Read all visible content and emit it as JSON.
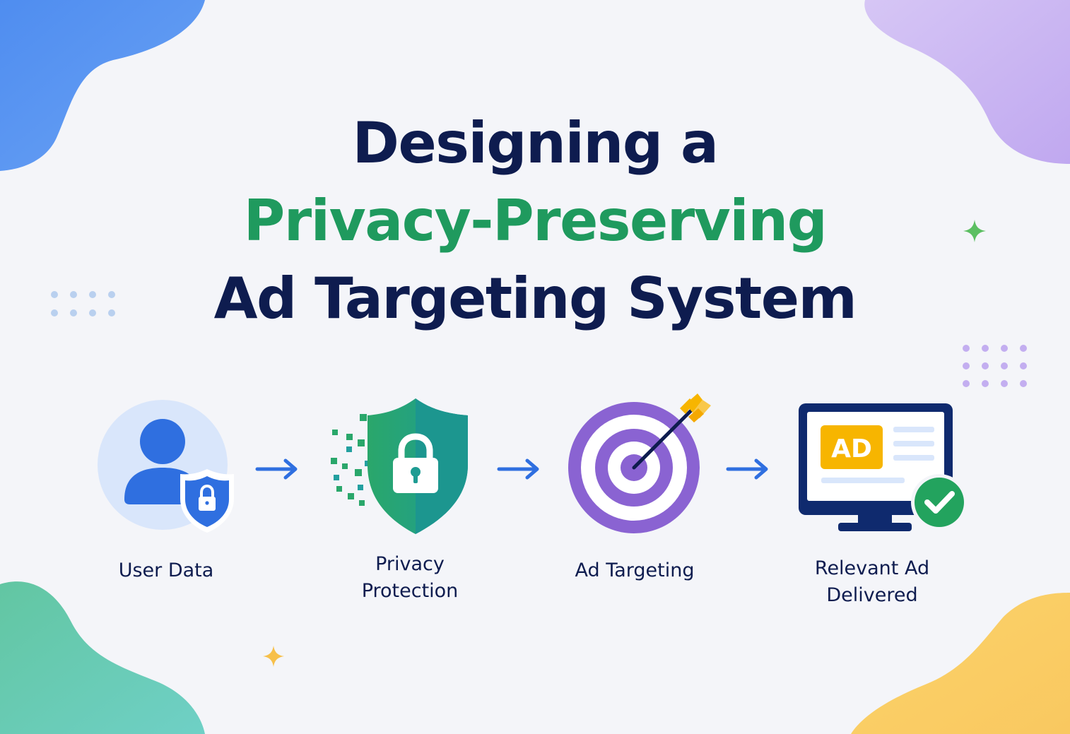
{
  "title": {
    "line1": "Designing a",
    "line2": "Privacy-Preserving",
    "line3": "Ad Targeting System"
  },
  "colors": {
    "background": "#f4f5f9",
    "title_dark": "#0e1c4f",
    "title_green": "#1f9a5e",
    "accent_blue": "#2f6fe0",
    "accent_purple": "#8a63d2",
    "accent_yellow": "#f7b500",
    "accent_green": "#23a35e"
  },
  "flow": {
    "steps": [
      {
        "label": "User Data",
        "icon": "user-lock-icon"
      },
      {
        "label": "Privacy\nProtection",
        "icon": "shield-lock-icon"
      },
      {
        "label": "Ad Targeting",
        "icon": "target-arrow-icon"
      },
      {
        "label": "Relevant Ad\nDelivered",
        "icon": "monitor-ad-check-icon"
      }
    ],
    "connector_icon": "arrow-right-icon",
    "ad_badge_text": "AD"
  },
  "decorations": {
    "corner_blobs": [
      "blue-blob",
      "purple-blob",
      "teal-blob",
      "yellow-blob"
    ],
    "sparkles": [
      "green-sparkle-icon",
      "yellow-sparkle-icon"
    ],
    "dot_grids": [
      "blue-dot-grid",
      "purple-dot-grid"
    ]
  }
}
